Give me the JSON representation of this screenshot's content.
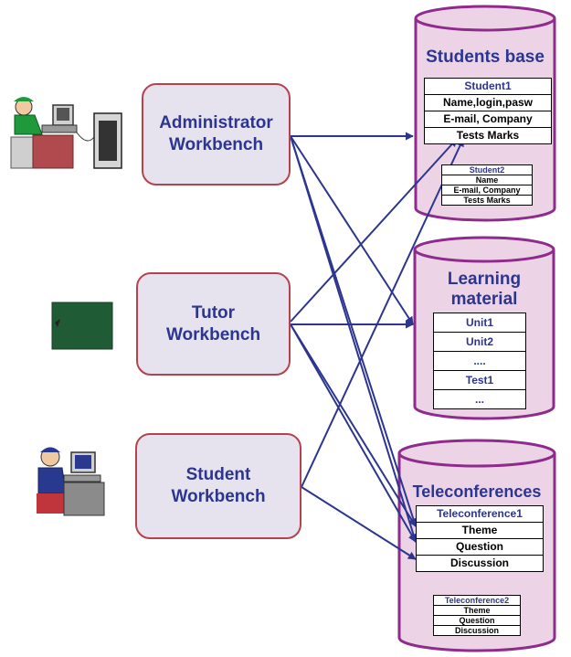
{
  "workbenches": {
    "administrator": "Administrator\nWorkbench",
    "tutor": "Tutor\nWorkbench",
    "student": "Student\nWorkbench"
  },
  "students_base": {
    "title": "Students base",
    "student1": {
      "header": "Student1",
      "rows": [
        "Name,login,pasw",
        "E-mail, Company",
        "Tests Marks"
      ]
    },
    "student2": {
      "header": "Student2",
      "rows": [
        "Name",
        "E-mail, Company",
        "Tests Marks"
      ]
    }
  },
  "learning_material": {
    "title": "Learning\nmaterial",
    "rows": [
      "Unit1",
      "Unit2",
      "....",
      "Test1",
      "..."
    ]
  },
  "teleconferences": {
    "title": "Teleconferences",
    "tc1": {
      "header": "Teleconference1",
      "rows": [
        "Theme",
        "Question",
        "Discussion"
      ]
    },
    "tc2": {
      "header": "Teleconference2",
      "rows": [
        "Theme",
        "Question",
        "Discussion"
      ]
    }
  },
  "icons": [
    "administrator-computer-icon",
    "tutor-board-icon",
    "student-computer-icon"
  ],
  "colors": {
    "cylinder_fill": "#ecd4e6",
    "cylinder_stroke": "#8e2b8c",
    "arrow": "#2c3590",
    "box_border": "#b5434f",
    "box_fill": "#e6e3ee"
  }
}
